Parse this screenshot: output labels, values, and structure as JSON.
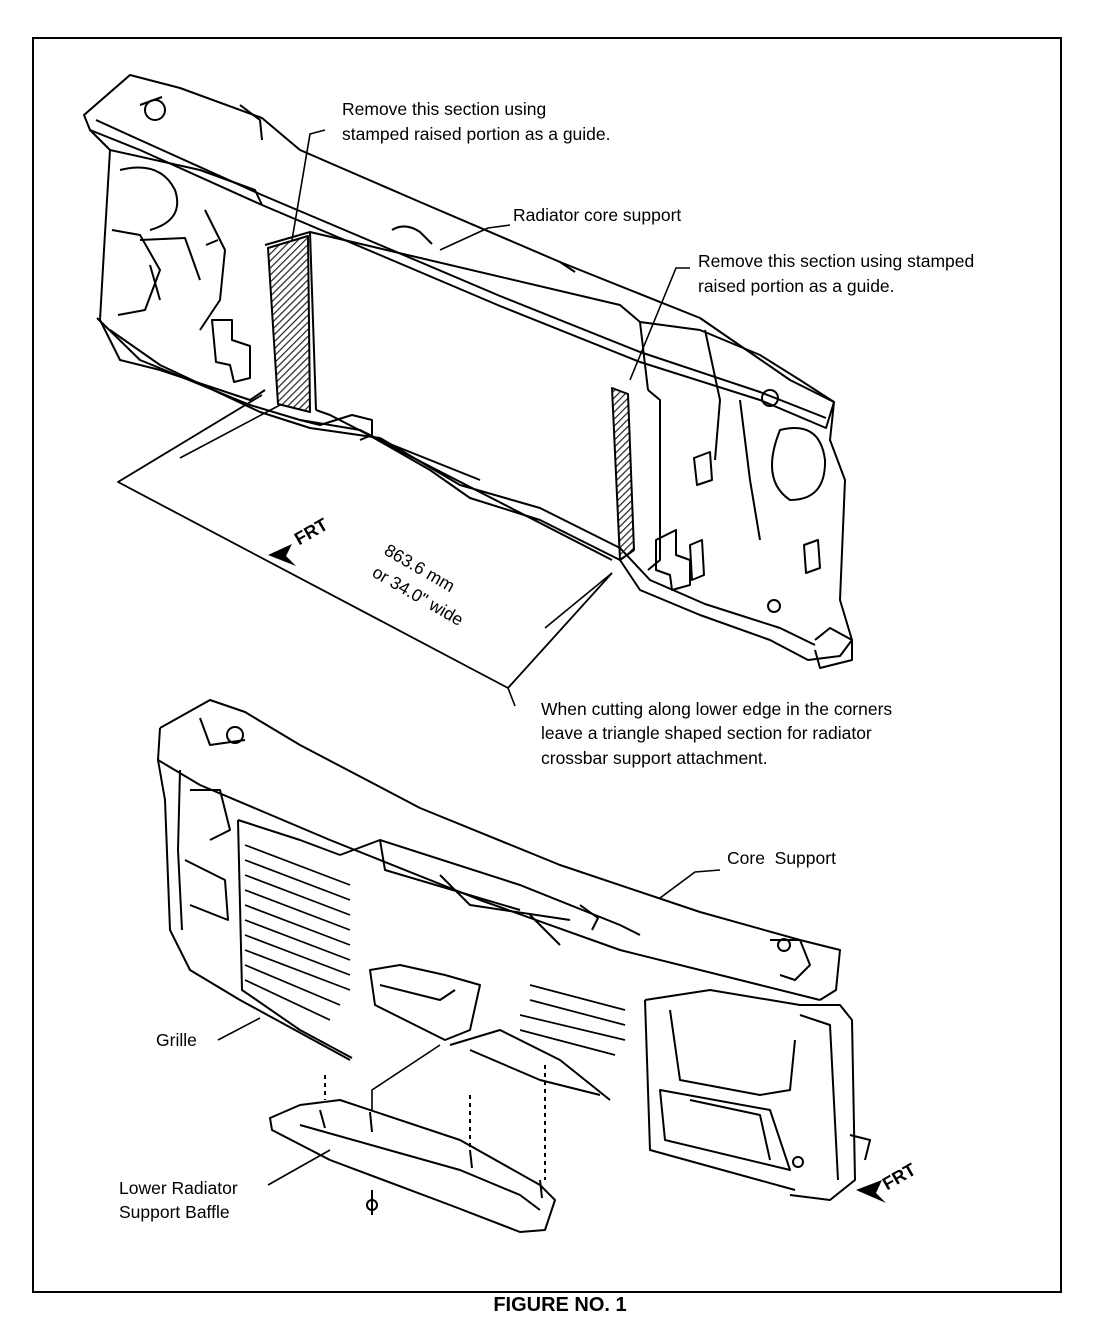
{
  "figure": {
    "caption": "FIGURE NO. 1"
  },
  "labels": {
    "remove_left": [
      "Remove this section using",
      "stamped raised portion as a guide."
    ],
    "radiator_core_support": "Radiator core support",
    "remove_right": [
      "Remove this section using stamped",
      "raised portion as a guide."
    ],
    "dimension": [
      "863.6 mm",
      "or 34.0\" wide"
    ],
    "frt": "FRT",
    "cutting_note": [
      "When cutting along lower edge in the corners",
      "leave a triangle shaped section for radiator",
      "crossbar support attachment."
    ],
    "core_support": "Core  Support",
    "grille": "Grille",
    "lower_baffle": [
      "Lower Radiator",
      "Support Baffle"
    ]
  },
  "colors": {
    "ink": "#000000",
    "paper": "#ffffff",
    "hatch": "#333333"
  },
  "icons": [
    "frt-arrow-icon"
  ]
}
